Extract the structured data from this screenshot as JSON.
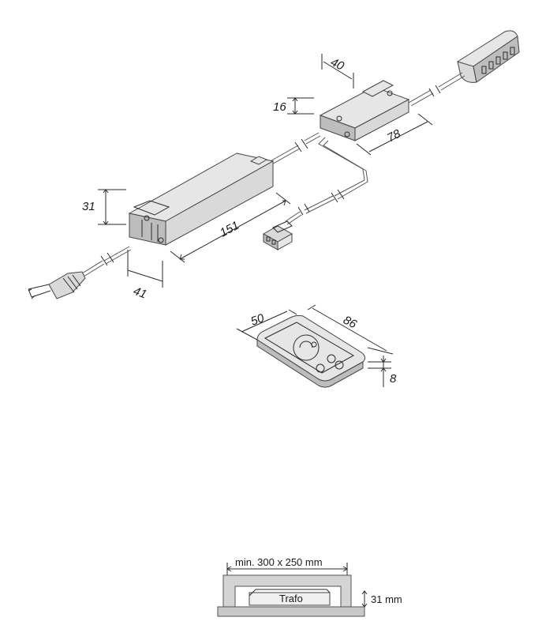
{
  "dimensions": {
    "dim_40": "40",
    "dim_16": "16",
    "dim_78": "78",
    "dim_31": "31",
    "dim_151": "151",
    "dim_41": "41",
    "dim_50": "50",
    "dim_86": "86",
    "dim_8": "8"
  },
  "install_diagram": {
    "min_area": "min. 300 x 250 mm",
    "device_label": "Trafo",
    "height": "31 mm"
  },
  "colors": {
    "line": "#2a2a2a",
    "housing": "#d9d9d9",
    "housing_top": "#e6e6e6",
    "housing_side": "#bdbdbd"
  }
}
